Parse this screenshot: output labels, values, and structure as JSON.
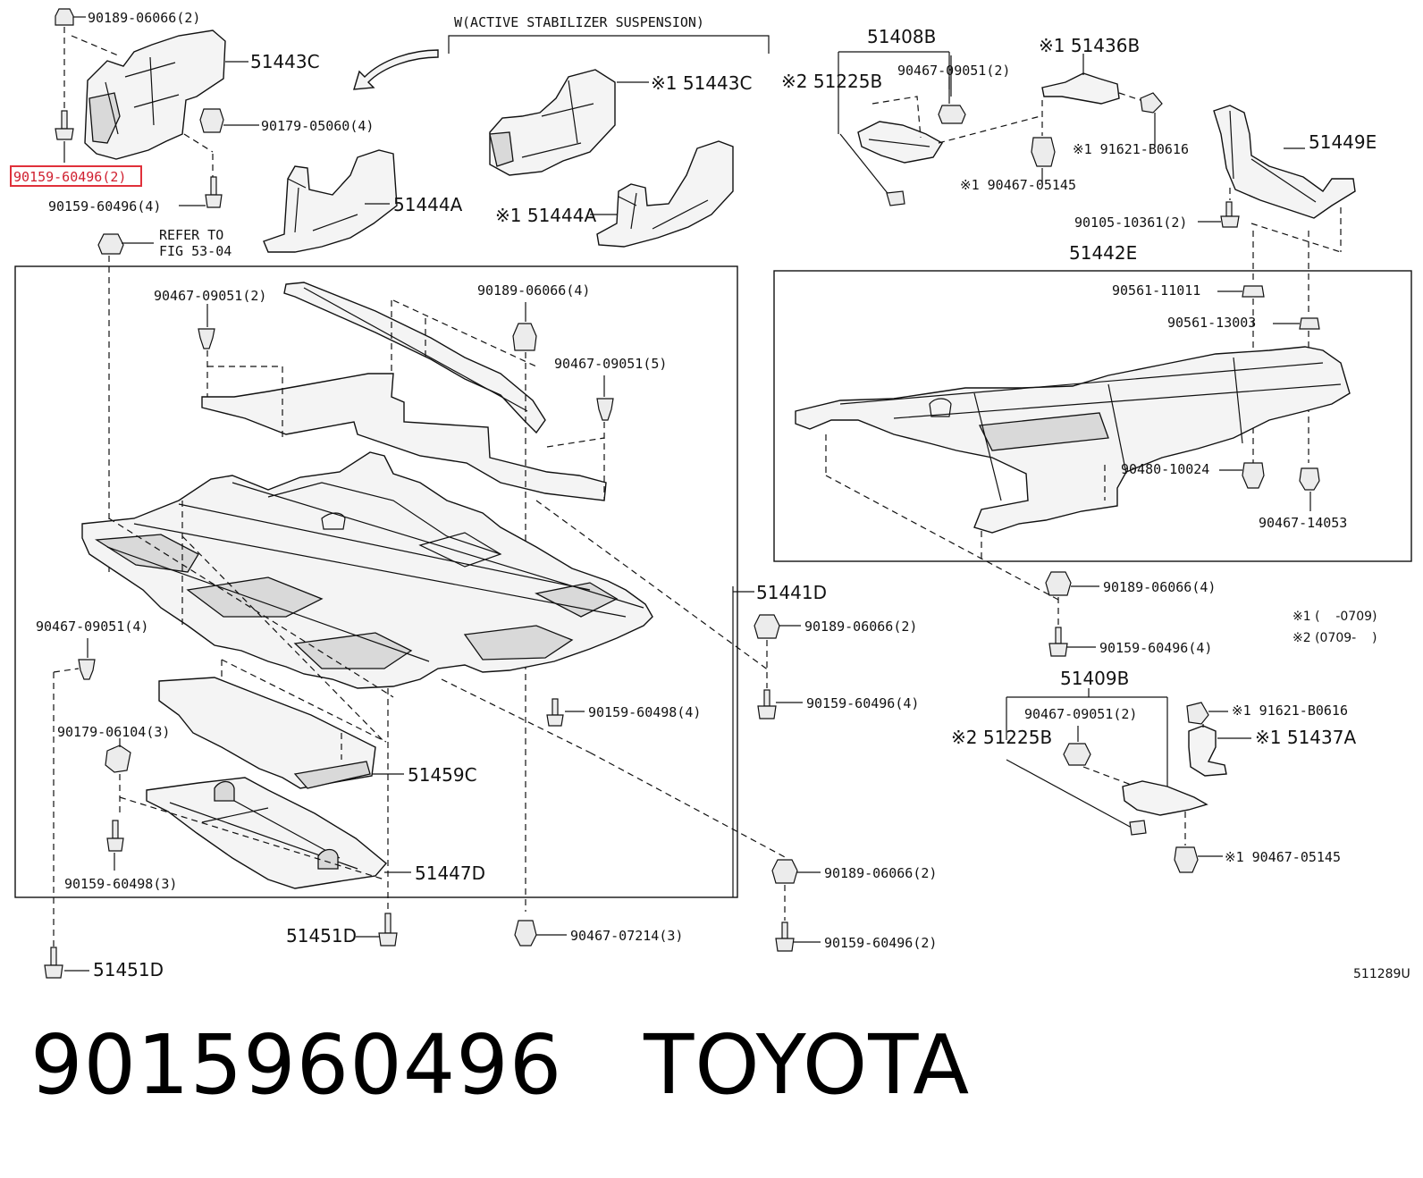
{
  "caption": {
    "part_number": "9015960496",
    "brand": "TOYOTA"
  },
  "diagram_id": "511289U",
  "variant_note": "W(ACTIVE STABILIZER SUSPENSION)",
  "refer_note": [
    "REFER TO",
    "FIG 53-04"
  ],
  "notes": {
    "note1": "※1 (    -0709)",
    "note2": "※2 (0709-    )"
  },
  "highlight_label": "90159-60496(2)",
  "labels": {
    "l01": "90189-06066(2)",
    "l02": "51443C",
    "l03": "90179-05060(4)",
    "l04": "90159-60496(4)",
    "l05": "51444A",
    "l06": "※1 51443C",
    "l07": "※1 51444A",
    "l08": "51408B",
    "l09": "※2 51225B",
    "l10": "90467-09051(2)",
    "l11": "※1 51436B",
    "l12": "※1 91621-B0616",
    "l13": "※1 90467-05145",
    "l14": "51449E",
    "l15": "90105-10361(2)",
    "l16": "51442E",
    "l17": "90467-09051(2)",
    "l18": "90189-06066(4)",
    "l19": "90467-09051(5)",
    "l20": "90561-11011",
    "l21": "90561-13003",
    "l22": "90480-10024",
    "l23": "90467-14053",
    "l24": "51441D",
    "l25": "90189-06066(2)",
    "l26": "90189-06066(4)",
    "l27": "90159-60496(4)",
    "l28": "90467-09051(4)",
    "l29": "90159-60496(4)",
    "l30": "90159-60498(4)",
    "l31": "90179-06104(3)",
    "l32": "51459C",
    "l33": "51447D",
    "l34": "90159-60498(3)",
    "l35": "51409B",
    "l36": "90467-09051(2)",
    "l37": "※1 91621-B0616",
    "l38": "※2 51225B",
    "l39": "※1 51437A",
    "l40": "※1 90467-05145",
    "l41": "90189-06066(2)",
    "l42": "51451D",
    "l43": "90467-07214(3)",
    "l44": "90159-60496(2)",
    "l45": "51451D"
  }
}
